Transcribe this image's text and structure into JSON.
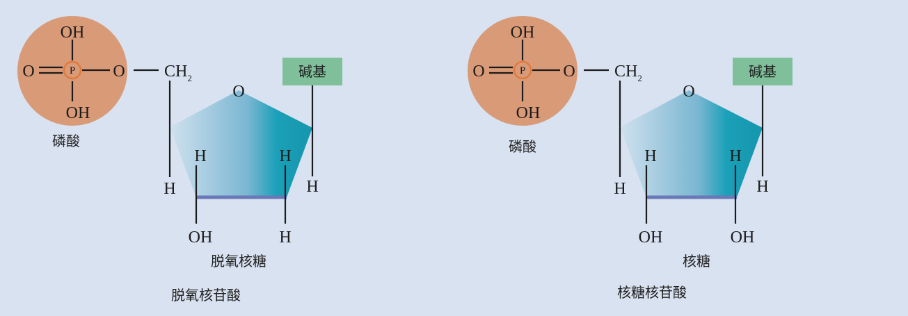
{
  "colors": {
    "background": "#d8e2f0",
    "phosphate_circle": "#d99a78",
    "phosphorus_ring": "#e07a3c",
    "base_box": "#7fbf9a",
    "sugar_light": "#c6dcec",
    "sugar_dark": "#1aa0b8",
    "sugar_bottom_edge": "#6a78b8"
  },
  "left": {
    "phosphate": {
      "oh_top": "OH",
      "o_left": "O",
      "p": "P",
      "o_right": "O",
      "oh_bottom": "OH",
      "label": "磷酸"
    },
    "ch2": "CH",
    "ch2_sub": "2",
    "ring_o": "O",
    "base": "碱基",
    "h_c4": "H",
    "h_c3_up": "H",
    "h_c2_up": "H",
    "h_c1": "H",
    "c3_sub": "OH",
    "c2_sub": "H",
    "sugar_label": "脱氧核糖",
    "title": "脱氧核苷酸"
  },
  "right": {
    "phosphate": {
      "oh_top": "OH",
      "o_left": "O",
      "p": "P",
      "o_right": "O",
      "oh_bottom": "OH",
      "label": "磷酸"
    },
    "ch2": "CH",
    "ch2_sub": "2",
    "ring_o": "O",
    "base": "碱基",
    "h_c4": "H",
    "h_c3_up": "H",
    "h_c2_up": "H",
    "h_c1": "H",
    "c3_sub": "OH",
    "c2_sub": "OH",
    "sugar_label": "核糖",
    "title": "核糖核苷酸"
  }
}
